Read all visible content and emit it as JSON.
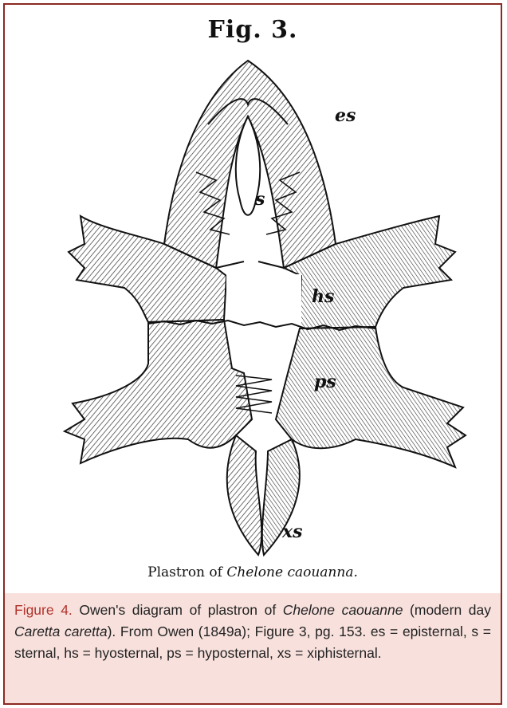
{
  "figure": {
    "plate_title": "Fig. 3.",
    "plate_caption_prefix": "Plastron of ",
    "plate_caption_species": "Chelone caouanna.",
    "labels": {
      "es": "es",
      "s": "s",
      "hs": "hs",
      "ps": "ps",
      "xs": "xs"
    }
  },
  "caption": {
    "label": "Figure 4.",
    "text_1": " Owen's diagram of plastron of ",
    "species_old": "Chelone caouanne",
    "text_2": " (modern day ",
    "species_new": "Caretta caretta",
    "text_3": "). From Owen (1849a); Figure 3, pg. 153. es = episternal, s = sternal, hs = hyosternal, ps = hyposternal, xs = xiphisternal."
  },
  "colors": {
    "border": "#8b2a23",
    "caption_background": "#f8e1dd",
    "caption_label": "#b3322b"
  }
}
